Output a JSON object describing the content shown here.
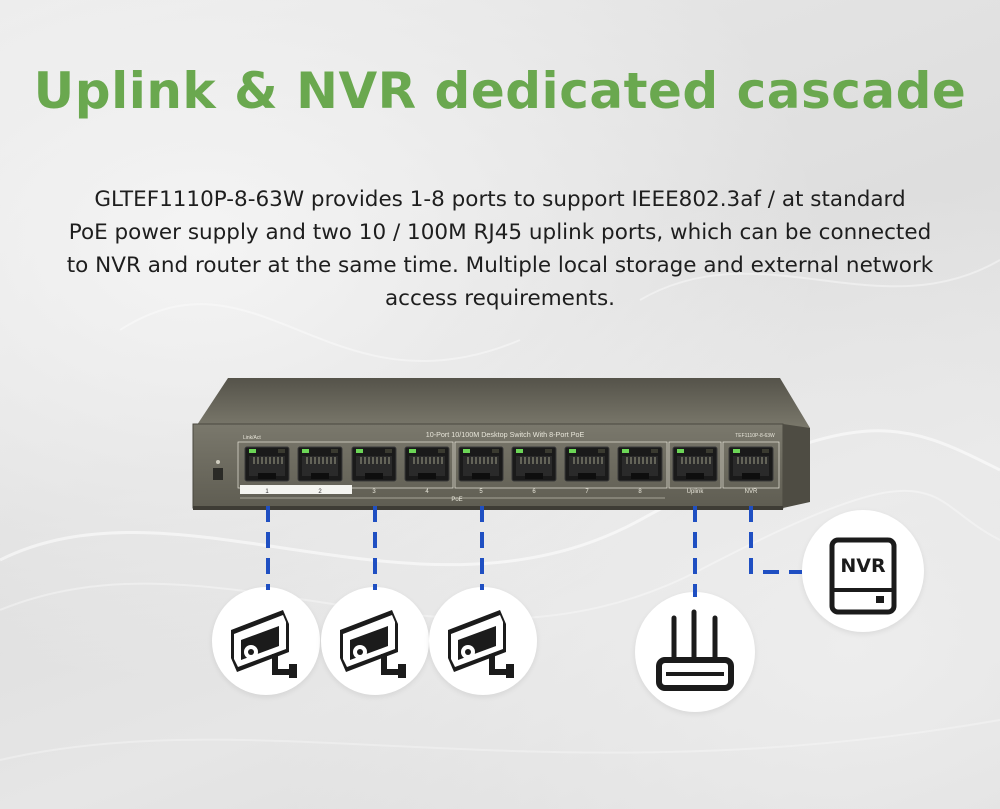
{
  "title": "Uplink & NVR dedicated cascade",
  "description": [
    "GLTEF1110P-8-63W provides 1-8 ports to support IEEE802.3af / at standard",
    "PoE power supply and two 10 / 100M RJ45 uplink ports, which can be connected",
    "to NVR and router at the same time. Multiple local storage and external network",
    "access requirements."
  ],
  "switch": {
    "header_label": "10-Port 10/100M Desktop Switch With 8-Port PoE",
    "model_label": "TEF1110P-8-63W",
    "link_act_label": "Link/Act",
    "poe_label": "PoE",
    "port_labels": [
      "1",
      "2",
      "3",
      "4",
      "5",
      "6",
      "7",
      "8"
    ],
    "uplink_label": "Uplink",
    "nvr_port_label": "NVR"
  },
  "devices": {
    "nvr_label": "NVR"
  },
  "colors": {
    "title": "#6aa84f",
    "line": "#1f4fc2",
    "switch_body": "#6c6a5e",
    "port_led": "#6cd657"
  },
  "icons": [
    "camera-icon",
    "camera-icon",
    "camera-icon",
    "router-icon",
    "nvr-icon"
  ]
}
